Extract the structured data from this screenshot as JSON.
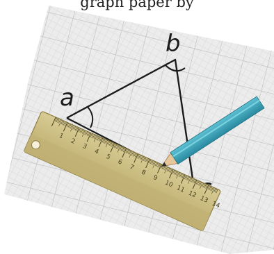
{
  "caption": "graph paper by",
  "vertices": {
    "a": "a",
    "b": "b",
    "c": "c"
  },
  "ruler": {
    "numbers": [
      "1",
      "2",
      "3",
      "4",
      "5",
      "6",
      "7",
      "8",
      "9",
      "10",
      "11",
      "12",
      "13",
      "14"
    ]
  },
  "colors": {
    "paper": "#eeeeee",
    "grid": "#c9c9c9",
    "ink": "#1b1b1b",
    "ruler": "#cdbf86",
    "pencil_body": "#3aa3b8",
    "pencil_wood": "#e7c79a"
  }
}
